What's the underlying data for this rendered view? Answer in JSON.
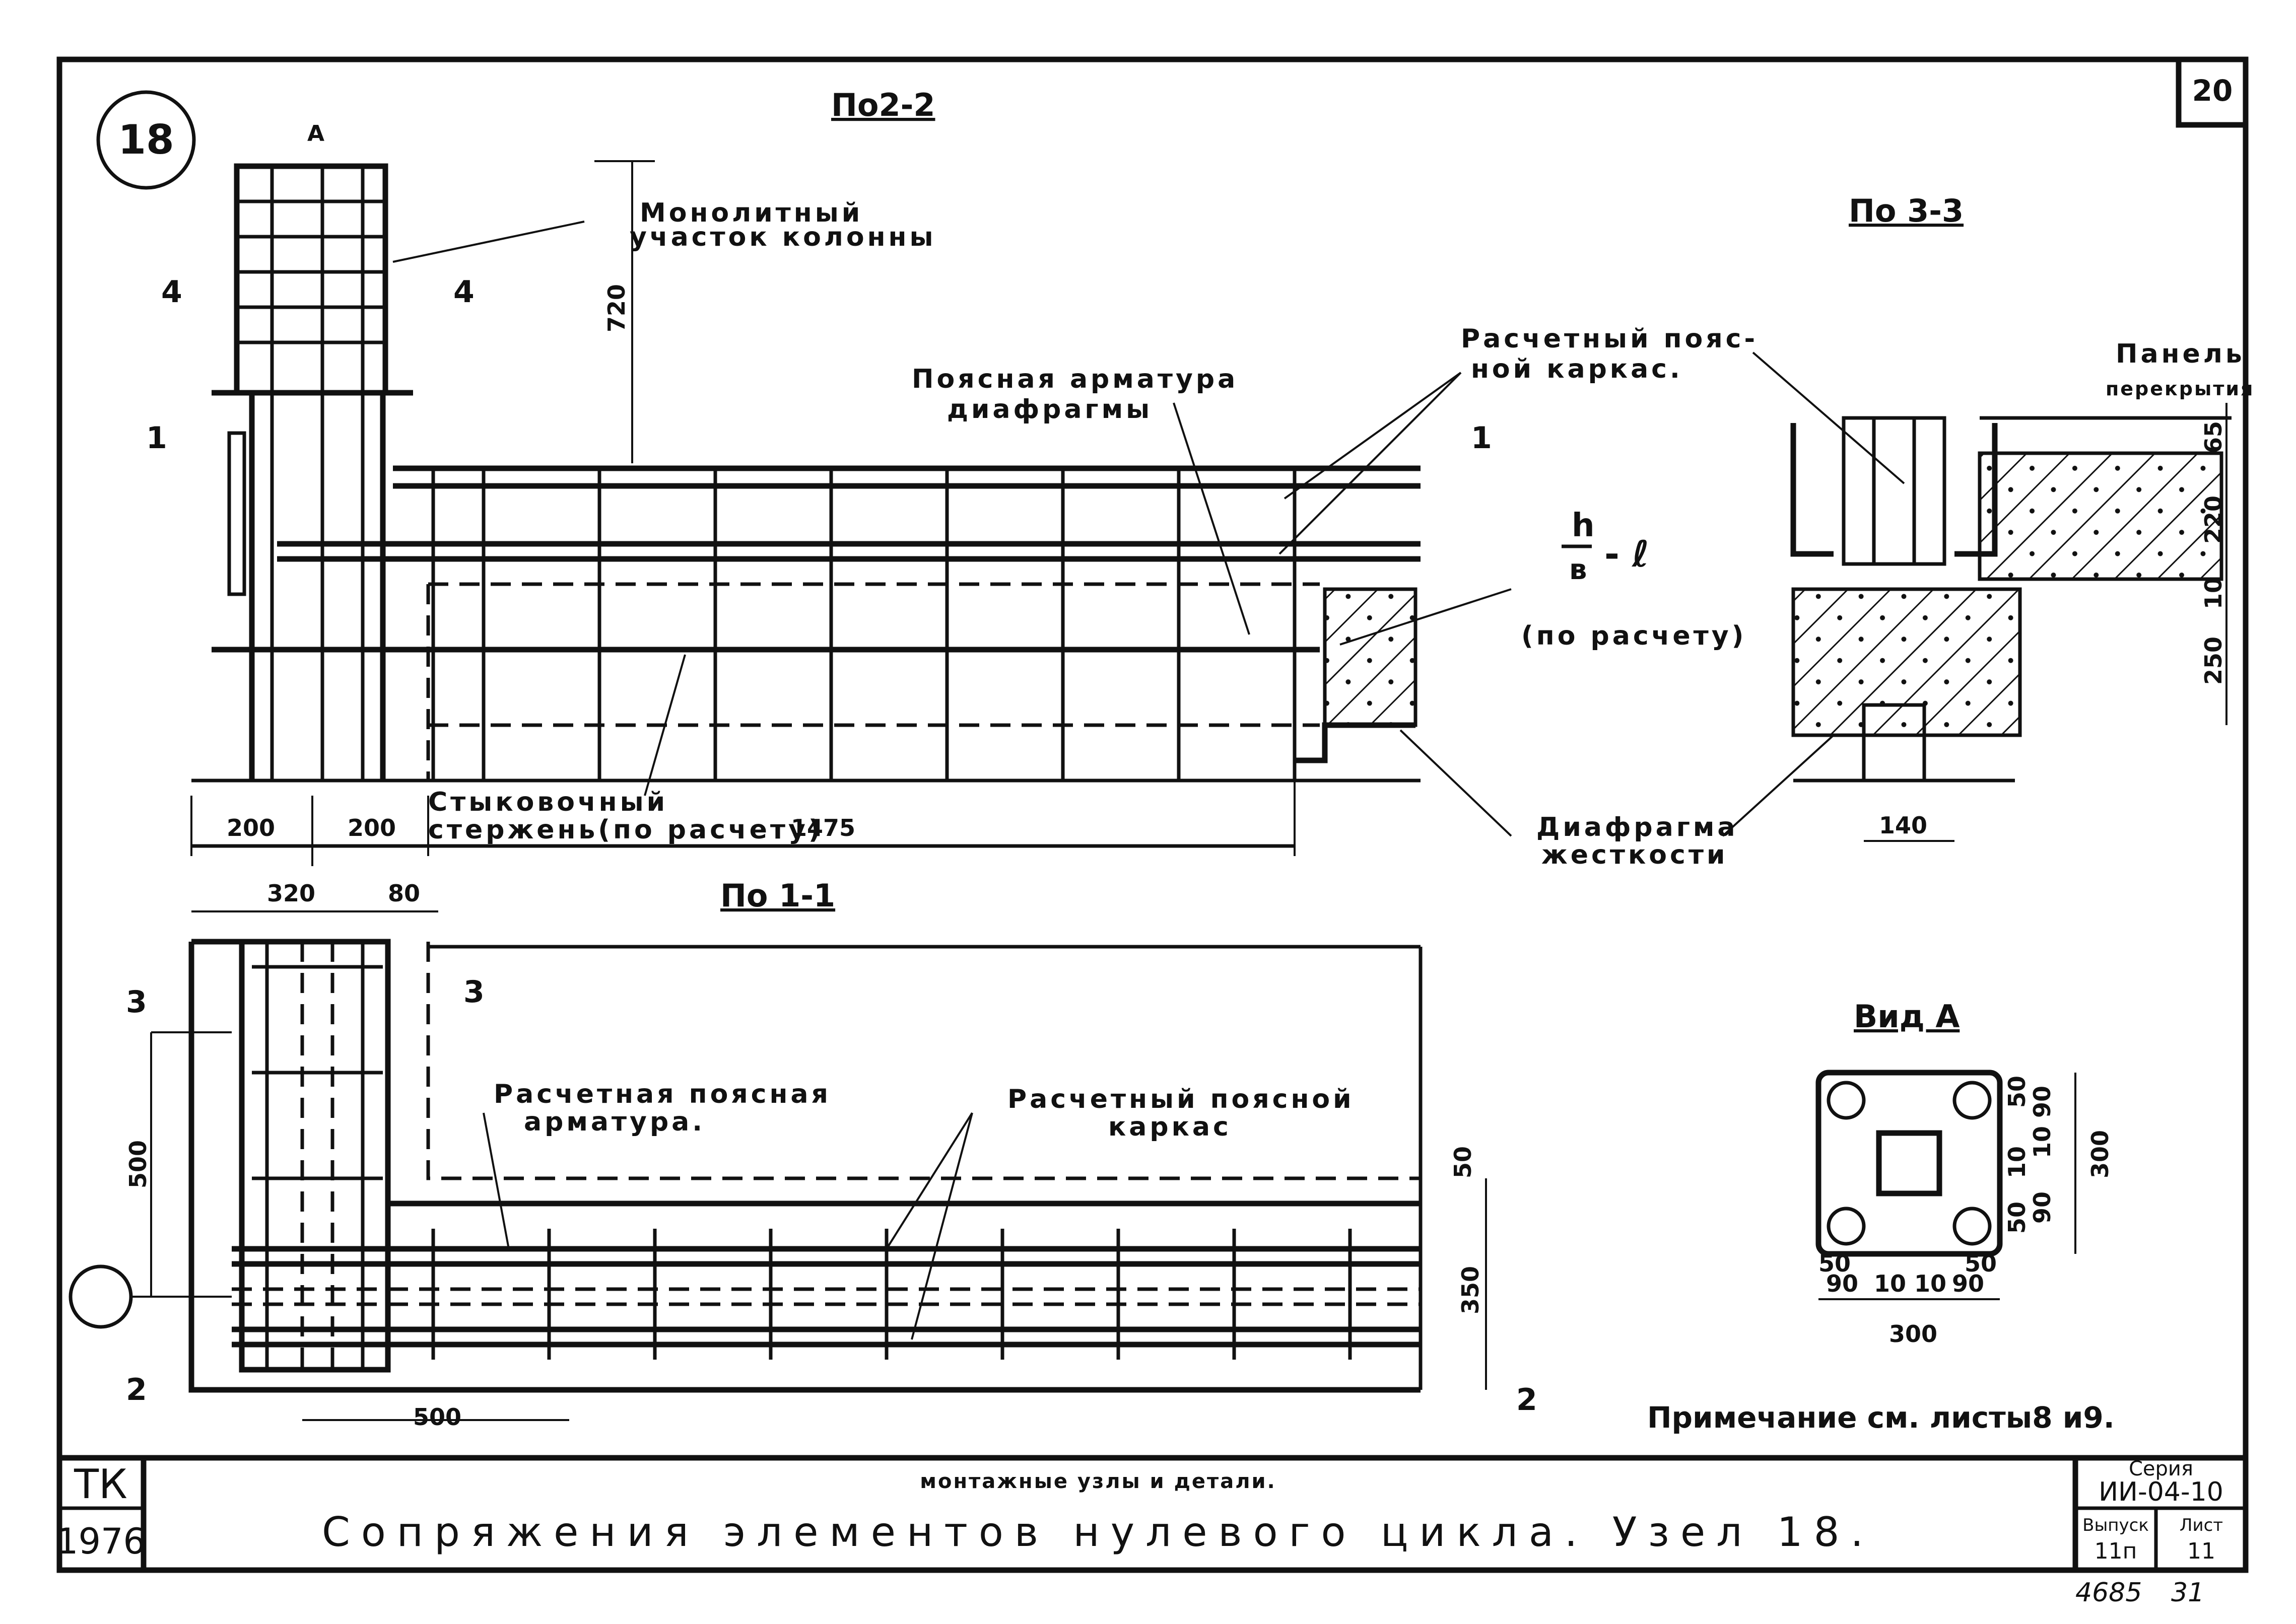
{
  "sheet": {
    "node_number": "18",
    "sheet_number": "20",
    "handwritten_footer_1": "4685",
    "handwritten_footer_2": "31"
  },
  "sections": {
    "s22": "По2-2",
    "s33": "По 3-3",
    "s11": "По 1-1",
    "view_a": "Вид А"
  },
  "labels": {
    "monolith_1": "Монолитный",
    "monolith_2": "участок колонны",
    "belt_arm_1": "Поясная арматура",
    "belt_arm_2": "диафрагмы",
    "calc_frame_1": "Расчетный пояс-",
    "calc_frame_2": "ной каркас.",
    "panel_1": "Панель",
    "panel_2": "перекрытия",
    "formula_num": "h",
    "formula_den": "в",
    "formula_l": "- ℓ",
    "by_calc": "(по расчету)",
    "joint_1": "Стыковочный",
    "joint_2": "стержень(по расчету)",
    "diaphragm_1": "Диафрагма",
    "diaphragm_2": "жесткости",
    "calc_arm_1": "Расчетная поясная",
    "calc_arm_2": "арматура.",
    "calc_frame_b1": "Расчетный поясной",
    "calc_frame_b2": "каркас",
    "note": "Примечание см. листы8 и9."
  },
  "marks": {
    "a": "А",
    "four_l": "4",
    "four_r": "4",
    "one_l": "1",
    "one_r": "1",
    "three_l": "3",
    "three_r": "3",
    "two_l": "2",
    "two_r": "2"
  },
  "dims": {
    "d720": "720",
    "d200a": "200",
    "d200b": "200",
    "d1475": "1475",
    "d320": "320",
    "d80": "80",
    "d500v": "500",
    "d500h": "500",
    "d50": "50",
    "d350": "350",
    "d65": "65",
    "d220": "220",
    "d10": "10",
    "d250": "250",
    "d140": "140",
    "va_50a": "50",
    "va_90a": "90",
    "va_10a": "10",
    "va_10b": "10",
    "va_90b": "90",
    "va_50b": "50",
    "va_300v": "300",
    "va_h50a": "50",
    "va_h90a": "90",
    "va_h10a": "10",
    "va_h10b": "10",
    "va_h90b": "90",
    "va_h50b": "50",
    "va_300h": "300"
  },
  "title_block": {
    "org": "ТК",
    "year": "1976",
    "subtitle": "монтажные узлы и детали.",
    "title": "Сопряжения элементов нулевого цикла. Узел 18.",
    "series_label": "Серия",
    "series": "ИИ-04-10",
    "issue_label": "Выпуск",
    "issue": "11п",
    "sheet_label": "Лист",
    "sheet": "11"
  }
}
